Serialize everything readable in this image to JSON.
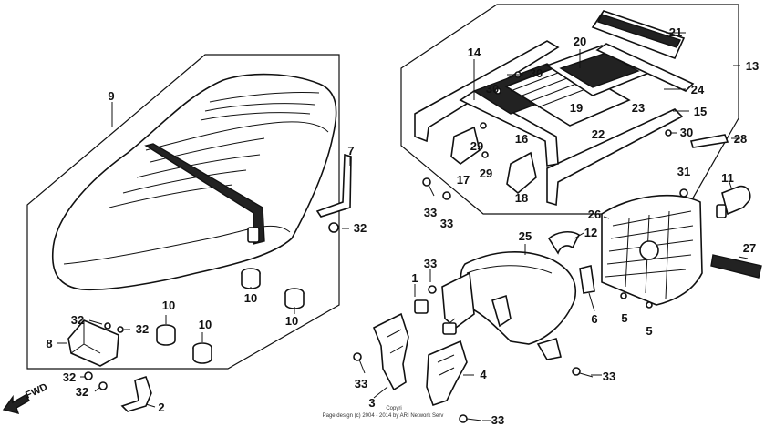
{
  "diagram": {
    "callouts": {
      "c1": "1",
      "c2": "2",
      "c3": "3",
      "c4": "4",
      "c5a": "5",
      "c5b": "5",
      "c6": "6",
      "c7": "7",
      "c8": "8",
      "c9": "9",
      "c10a": "10",
      "c10b": "10",
      "c10c": "10",
      "c10d": "10",
      "c11": "11",
      "c12": "12",
      "c13": "13",
      "c14": "14",
      "c15": "15",
      "c16": "16",
      "c17": "17",
      "c18": "18",
      "c19": "19",
      "c20": "20",
      "c21": "21",
      "c22": "22",
      "c23": "23",
      "c24": "24",
      "c25": "25",
      "c26": "26",
      "c27": "27",
      "c28": "28",
      "c29a": "29",
      "c29b": "29",
      "c30a": "30",
      "c30b": "30",
      "c30c": "30",
      "c31": "31",
      "c32a": "32",
      "c32b": "32",
      "c32c": "32",
      "c32d": "32",
      "c32e": "32",
      "c33a": "33",
      "c33b": "33",
      "c33c": "33",
      "c33d": "33",
      "c33e": "33",
      "c33f": "33"
    },
    "fwd_label": "FWD",
    "copyright_line1": "Copyri",
    "copyright_line2": "Page design (c) 2004 - 2014 by ARI Network Serv"
  }
}
